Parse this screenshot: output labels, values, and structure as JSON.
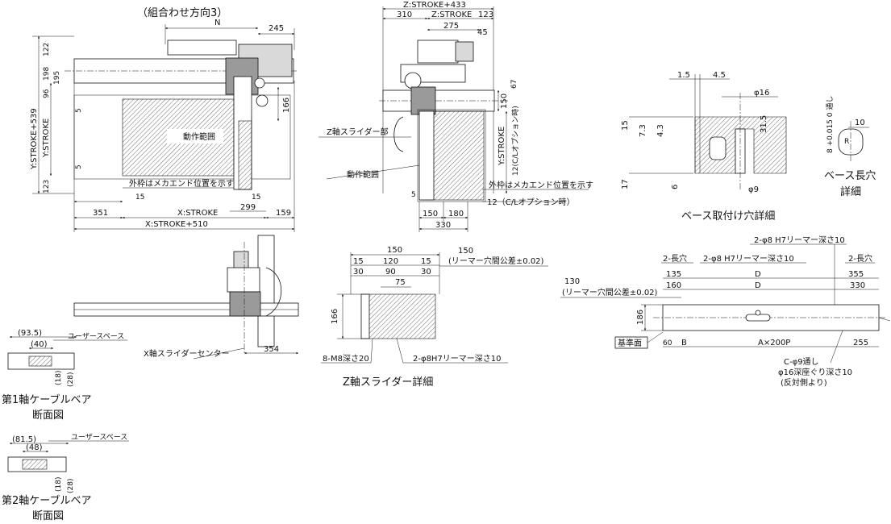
{
  "combination_title": "（組合わせ方向3）",
  "top_view": {
    "dims": {
      "n": "N",
      "d245": "245",
      "y_stroke_539": "Y:STROKE+539",
      "y_stroke": "Y:STROKE",
      "d122": "122",
      "d198": "198",
      "d195": "195",
      "d96": "96",
      "d5a": "5",
      "d5b": "5",
      "d123": "123",
      "d166": "166",
      "d15a": "15",
      "d15b": "15",
      "d299": "299",
      "d351": "351",
      "x_stroke": "X:STROKE",
      "d159": "159",
      "x_stroke_510": "X:STROKE+510"
    },
    "range_label": "動作範囲",
    "outer_frame_note": "外枠はメカエンド位置を示す"
  },
  "side_view": {
    "dims": {
      "z_stroke_433": "Z:STROKE+433",
      "d310": "310",
      "z_stroke": "Z:STROKE",
      "d123": "123",
      "d275": "275",
      "d45": "45",
      "d150": "150",
      "d67": "67",
      "y_stroke": "Y:STROKE",
      "cl_option": "12(C/Lオプション時)",
      "d5": "5",
      "d150b": "150",
      "d180": "180",
      "d330": "330"
    },
    "z_slider_label": "Z軸スライダー部",
    "range_label": "動作範囲",
    "outer_frame_note": "外枠はメカエンド位置を示す",
    "cl_note": "12（C/Lオプション時）"
  },
  "base_hole": {
    "title": "ベース取付け穴詳細",
    "dims": {
      "d1_5": "1.5",
      "d4_5": "4.5",
      "phi16": "φ16",
      "d31_5": "31.5",
      "d15": "15",
      "d7_3": "7.3",
      "d4_3": "4.3",
      "d17": "17",
      "d6": "6",
      "phi9": "φ9"
    }
  },
  "slot_detail": {
    "title_line1": "ベース長穴",
    "title_line2": "詳細",
    "tol_label": "8 +0.015 0 通し",
    "d10": "10",
    "r_label": "R"
  },
  "front_view": {
    "slider_center_label": "X軸スライダーセンター",
    "d354": "354"
  },
  "cable1": {
    "user_space": "ユーザースペース",
    "d93_5": "(93.5)",
    "d40": "(40)",
    "d18": "(18)",
    "d28": "(28)",
    "title_line1": "第1軸ケーブルベア",
    "title_line2": "断面図"
  },
  "cable2": {
    "user_space": "ユーザースペース",
    "d81_5": "(81.5)",
    "d48": "(48)",
    "d18": "(18)",
    "d28": "(28)",
    "title_line1": "第2軸ケーブルベア",
    "title_line2": "断面図"
  },
  "z_slider_detail": {
    "title": "Z軸スライダー詳細",
    "dims": {
      "d150": "150",
      "d15a": "15",
      "d120": "120",
      "d15b": "15",
      "d30a": "30",
      "d90": "90",
      "d30b": "30",
      "d75": "75",
      "d166": "166"
    },
    "tol_150": "150",
    "tol_note": "(リーマー穴間公差±0.02)",
    "tap_note": "8-M8深さ20",
    "reamer_note": "2-φ8H7リーマー深さ10"
  },
  "base_detail": {
    "reamer_top": "2-φ8 H7リーマー深さ10",
    "slot_left": "2-長穴",
    "reamer_mid": "2-φ8 H7リーマー深さ10",
    "slot_right": "2-長穴",
    "d135": "135",
    "d160": "160",
    "d_d1": "D",
    "d_d2": "D",
    "d355": "355",
    "d330": "330",
    "d130": "130",
    "tol_note": "(リーマー穴間公差±0.02)",
    "d186": "186",
    "ref_face": "基準面",
    "d60": "60",
    "b": "B",
    "pitch": "A×200P",
    "d255": "255",
    "c_hole": "C-φ9通し",
    "c_counter": "φ16深座ぐり深さ10",
    "c_side": "(反対側より)"
  }
}
